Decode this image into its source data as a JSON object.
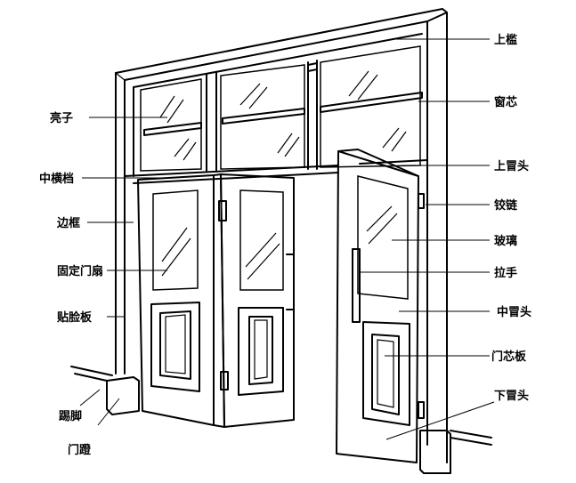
{
  "labels": {
    "shang_kan": "上槛",
    "chuang_xin": "窗芯",
    "shang_mao_tou": "上冒头",
    "jiao_lian": "铰链",
    "bo_li": "玻璃",
    "la_shou": "拉手",
    "zhong_mao_tou": "中冒头",
    "men_xin_ban": "门芯板",
    "xia_mao_tou": "下冒头",
    "liang_zi": "亮子",
    "zhong_heng_dang": "中横档",
    "bian_kuang": "边框",
    "gu_ding_men_shan": "固定门扇",
    "tie_lian_ban": "贴脸板",
    "ti_jiao": "踢脚",
    "men_deng": "门蹬"
  }
}
